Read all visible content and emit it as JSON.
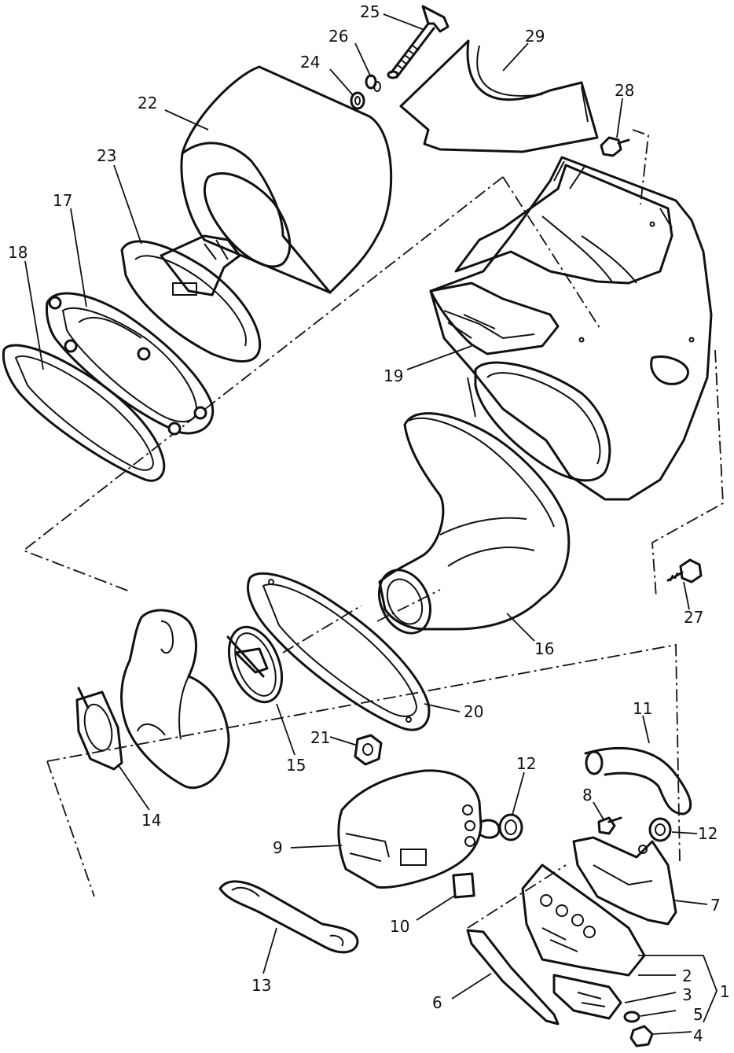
{
  "callouts": [
    {
      "id": "25",
      "text": "25"
    },
    {
      "id": "26",
      "text": "26"
    },
    {
      "id": "24",
      "text": "24"
    },
    {
      "id": "29",
      "text": "29"
    },
    {
      "id": "22",
      "text": "22"
    },
    {
      "id": "28",
      "text": "28"
    },
    {
      "id": "23",
      "text": "23"
    },
    {
      "id": "17",
      "text": "17"
    },
    {
      "id": "18",
      "text": "18"
    },
    {
      "id": "19",
      "text": "19"
    },
    {
      "id": "27",
      "text": "27"
    },
    {
      "id": "16",
      "text": "16"
    },
    {
      "id": "20",
      "text": "20"
    },
    {
      "id": "15",
      "text": "15"
    },
    {
      "id": "21",
      "text": "21"
    },
    {
      "id": "11",
      "text": "11"
    },
    {
      "id": "12a",
      "text": "12"
    },
    {
      "id": "8",
      "text": "8"
    },
    {
      "id": "12b",
      "text": "12"
    },
    {
      "id": "14",
      "text": "14"
    },
    {
      "id": "9",
      "text": "9"
    },
    {
      "id": "7",
      "text": "7"
    },
    {
      "id": "10",
      "text": "10"
    },
    {
      "id": "13",
      "text": "13"
    },
    {
      "id": "2",
      "text": "2"
    },
    {
      "id": "1",
      "text": "1"
    },
    {
      "id": "3",
      "text": "3"
    },
    {
      "id": "6",
      "text": "6"
    },
    {
      "id": "5",
      "text": "5"
    },
    {
      "id": "4",
      "text": "4"
    }
  ]
}
